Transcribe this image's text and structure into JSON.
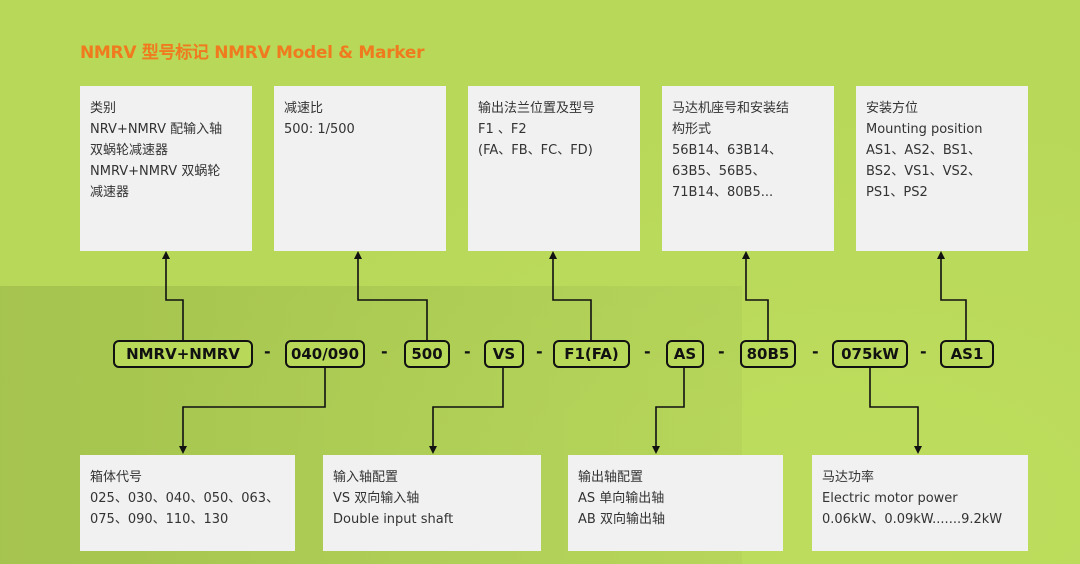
{
  "title": "NMRV 型号标记 NMRV Model & Marker",
  "top_boxes": [
    {
      "lines": [
        "类别",
        "NRV+NMRV 配输入轴",
        "双蜗轮减速器",
        "NMRV+NMRV 双蜗轮",
        "减速器"
      ]
    },
    {
      "lines": [
        "减速比",
        "500: 1/500"
      ]
    },
    {
      "lines": [
        "输出法兰位置及型号",
        "F1 、F2",
        "(FA、FB、FC、FD)"
      ]
    },
    {
      "lines": [
        "马达机座号和安装结",
        "构形式",
        "56B14、63B14、",
        "63B5、56B5、",
        "71B14、80B5..."
      ]
    },
    {
      "lines": [
        "安装方位",
        "Mounting position",
        "AS1、AS2、BS1、",
        "BS2、VS1、VS2、",
        "PS1、PS2"
      ]
    }
  ],
  "codes": [
    "NMRV+NMRV",
    "040/090",
    "500",
    "VS",
    "F1(FA)",
    "AS",
    "80B5",
    "075kW",
    "AS1"
  ],
  "separator": "-",
  "bottom_boxes": [
    {
      "lines": [
        "箱体代号",
        "025、030、040、050、063、",
        "075、090、110、130"
      ]
    },
    {
      "lines": [
        "输入轴配置",
        "VS 双向输入轴",
        "Double input shaft"
      ]
    },
    {
      "lines": [
        "输出轴配置",
        "AS 单向输出轴",
        "AB 双向输出轴"
      ]
    },
    {
      "lines": [
        "马达功率",
        "Electric motor power",
        "0.06kW、0.09kW.......9.2kW"
      ]
    }
  ]
}
